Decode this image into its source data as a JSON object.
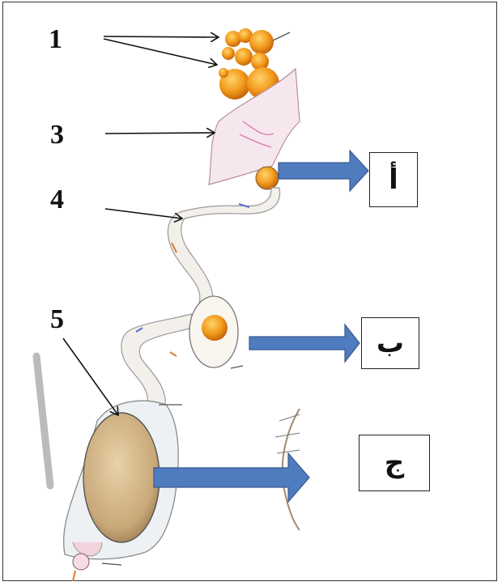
{
  "labels": {
    "n1": "1",
    "n3": "3",
    "n4": "4",
    "n5": "5"
  },
  "boxes": {
    "a": "أ",
    "b": "ب",
    "c": "ج"
  },
  "colors": {
    "arrow_blue": "#4f7bbf",
    "egg_orange": "#f29a1c",
    "duct": "#f1ece7",
    "shell": "#d9b98a"
  }
}
